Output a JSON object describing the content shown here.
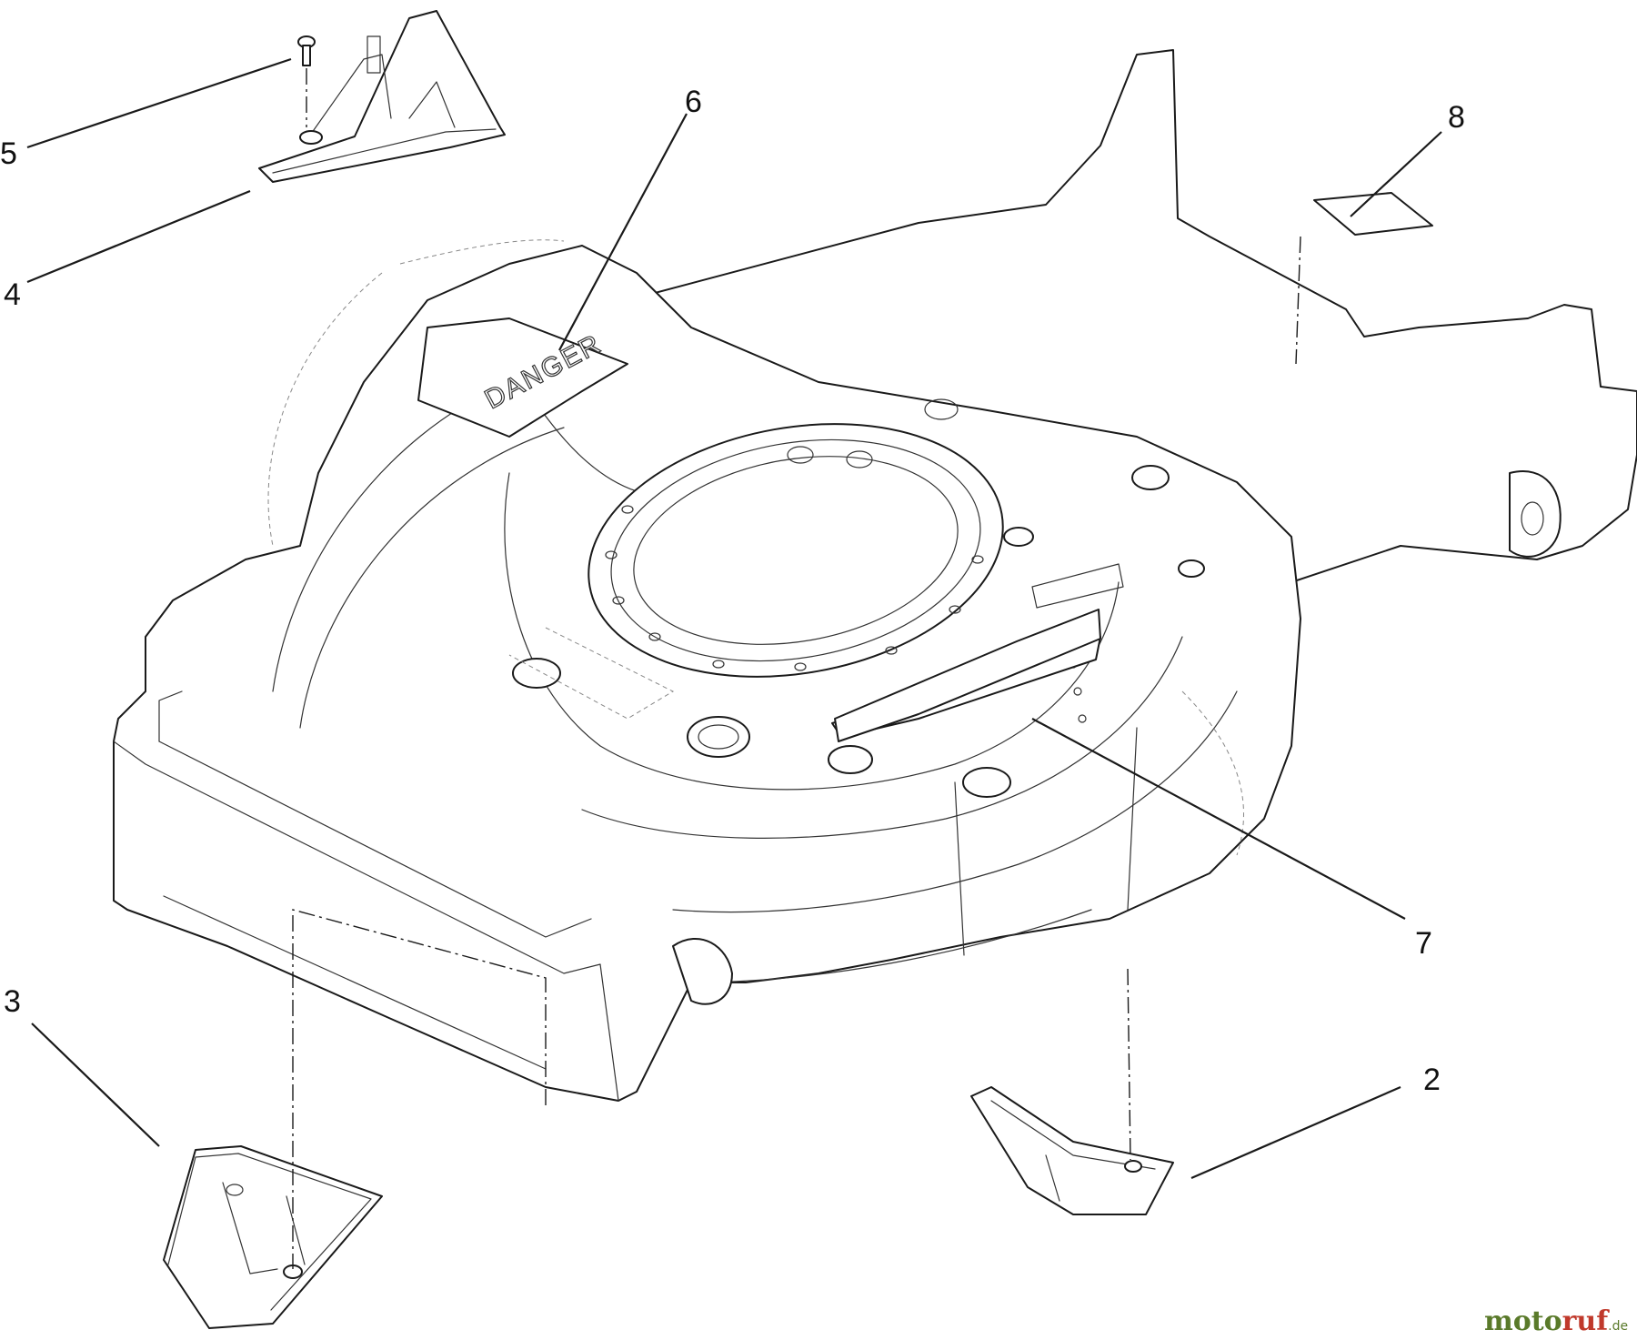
{
  "callouts": {
    "c1": "2",
    "c2": "3",
    "c3": "4",
    "c4": "5",
    "c5": "6",
    "c6": "7",
    "c7": "8"
  },
  "decal": {
    "text": "DANGER"
  },
  "watermark": {
    "part_a": "moto",
    "part_b": "ruf",
    "part_c": ".de"
  },
  "colors": {
    "line": "#1a1a1a",
    "watermark_green": "#5a7a2a",
    "watermark_red": "#c0392b"
  }
}
